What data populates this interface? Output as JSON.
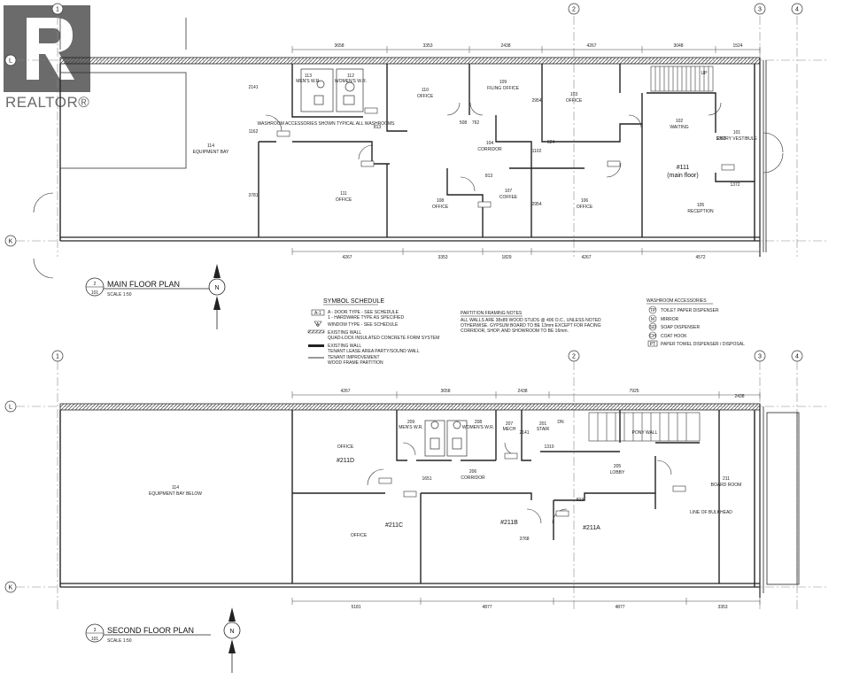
{
  "brand": {
    "name": "REALTOR",
    "reg": "®",
    "color": "#6b6b6b"
  },
  "grid": {
    "c1": "1",
    "c2": "2",
    "c3": "3",
    "c4": "4",
    "l": "L",
    "k": "K"
  },
  "main_plan": {
    "title": "MAIN FLOOR PLAN",
    "scale": "SCALE 1:50",
    "ref_num": "2",
    "ref_sheet": "101",
    "dims_top": [
      "3658",
      "3353",
      "2438",
      "4267",
      "3048",
      "1524"
    ],
    "dims_bottom": [
      "4267",
      "3353",
      "1829",
      "4267",
      "4572"
    ],
    "dims_misc": [
      "2141",
      "1162",
      "3781",
      "813",
      "813",
      "2954",
      "2954",
      "1102",
      "624",
      "508",
      "762",
      "3353",
      "1372"
    ],
    "rooms": {
      "equipment_bay": {
        "num": "114",
        "name": "EQUIPMENT BAY"
      },
      "mens_wr": {
        "num": "113",
        "name": "MEN'S W.R."
      },
      "womens_wr": {
        "num": "112",
        "name": "WOMEN'S W.R."
      },
      "office_110": {
        "num": "110",
        "name": "OFFICE"
      },
      "filing": {
        "num": "109",
        "name": "FILING OFFICE"
      },
      "office_103": {
        "num": "103",
        "name": "OFFICE"
      },
      "waiting": {
        "num": "102",
        "name": "WAITING"
      },
      "vestibule": {
        "num": "101",
        "name": "ENTRY VESTIBULE"
      },
      "corridor": {
        "num": "104",
        "name": "CORRIDOR"
      },
      "office_111": {
        "num": "111",
        "name": "OFFICE"
      },
      "office_108": {
        "num": "108",
        "name": "OFFICE"
      },
      "coffee": {
        "num": "107",
        "name": "COFFEE"
      },
      "office_106": {
        "num": "106",
        "name": "OFFICE"
      },
      "reception": {
        "num": "105",
        "name": "RECEPTION"
      },
      "unit": "#111",
      "unit_sub": "(main floor)"
    },
    "washroom_note": "WASHROOM ACCESSORIES SHOWN TYPICAL ALL WASHROOMS",
    "up": "UP"
  },
  "second_plan": {
    "title": "SECOND FLOOR PLAN",
    "scale": "SCALE 1:50",
    "ref_num": "3",
    "ref_sheet": "101",
    "dims_top": [
      "4267",
      "3658",
      "2438",
      "7925",
      "2438"
    ],
    "dims_bottom": [
      "5181",
      "4877",
      "4877",
      "3353"
    ],
    "dims_misc": [
      "2141",
      "1310",
      "1651",
      "813",
      "3768"
    ],
    "rooms": {
      "office_211d": {
        "name": "OFFICE",
        "unit": "#211D"
      },
      "mens_wr": {
        "num": "209",
        "name": "MEN'S W.R."
      },
      "womens_wr": {
        "num": "208",
        "name": "WOMEN'S W.R."
      },
      "mech": {
        "num": "207",
        "name": "MECH"
      },
      "stair": {
        "num": "201",
        "name": "STAIR"
      },
      "corridor": {
        "num": "206",
        "name": "CORRIDOR"
      },
      "lobby": {
        "num": "205",
        "name": "LOBBY"
      },
      "boardroom": {
        "num": "211",
        "name": "BOARD ROOM"
      },
      "equipment_bay": {
        "num": "114",
        "name": "EQUIPMENT BAY BELOW"
      },
      "office_211c": {
        "name": "OFFICE",
        "unit": "#211C"
      },
      "unit_211b": "#211B",
      "unit_211a": "#211A",
      "bulkhead": "LINE OF BULKHEAD",
      "pony_wall": "PONY WALL",
      "dn": "DN"
    }
  },
  "symbol_schedule": {
    "title": "SYMBOL SCHEDULE",
    "door_tag": "A-1",
    "door_line1": "A - DOOR TYPE - SEE SCHEDULE",
    "door_line2": "1 - HARDWARE TYPE AS SPECIFIED",
    "window_tag": "A",
    "window": "WINDOW TYPE - SEE SCHEDULE",
    "wall1": "EXISTING WALL",
    "wall1b": "QUAD-LOCK INSULATED CONCRETE FORM SYSTEM",
    "wall2": "EXISTING WALL",
    "wall2b": "TENANT LEASE AREA PARTY/SOUND WALL",
    "wall3": "TENANT IMPROVEMENT",
    "wall3b": "WOOD FRAME PARTITION"
  },
  "partition_notes": {
    "title": "PARTITION FRAMING NOTES",
    "l1": "ALL WALLS ARE 38x89 WOOD STUDS @ 406 O.C., UNLESS NOTED",
    "l2": "OTHERWISE.   GYPSUM BOARD TO BE 13mm EXCEPT FOR FACING",
    "l3": "CORRIDOR, SHOP, AND SHOWROOM TO BE 16mm."
  },
  "washroom_accessories": {
    "title": "WASHROOM ACCESSORIES",
    "items": [
      {
        "tag": "TP",
        "label": "TOILET PAPER DISPENSER"
      },
      {
        "tag": "M",
        "label": "MIRROR"
      },
      {
        "tag": "SD",
        "label": "SOAP DISPENSER"
      },
      {
        "tag": "CH",
        "label": "COAT HOOK"
      },
      {
        "tag": "PT",
        "label": "PAPER TOWEL DISPENSER / DISPOSAL"
      }
    ]
  },
  "north": "N"
}
